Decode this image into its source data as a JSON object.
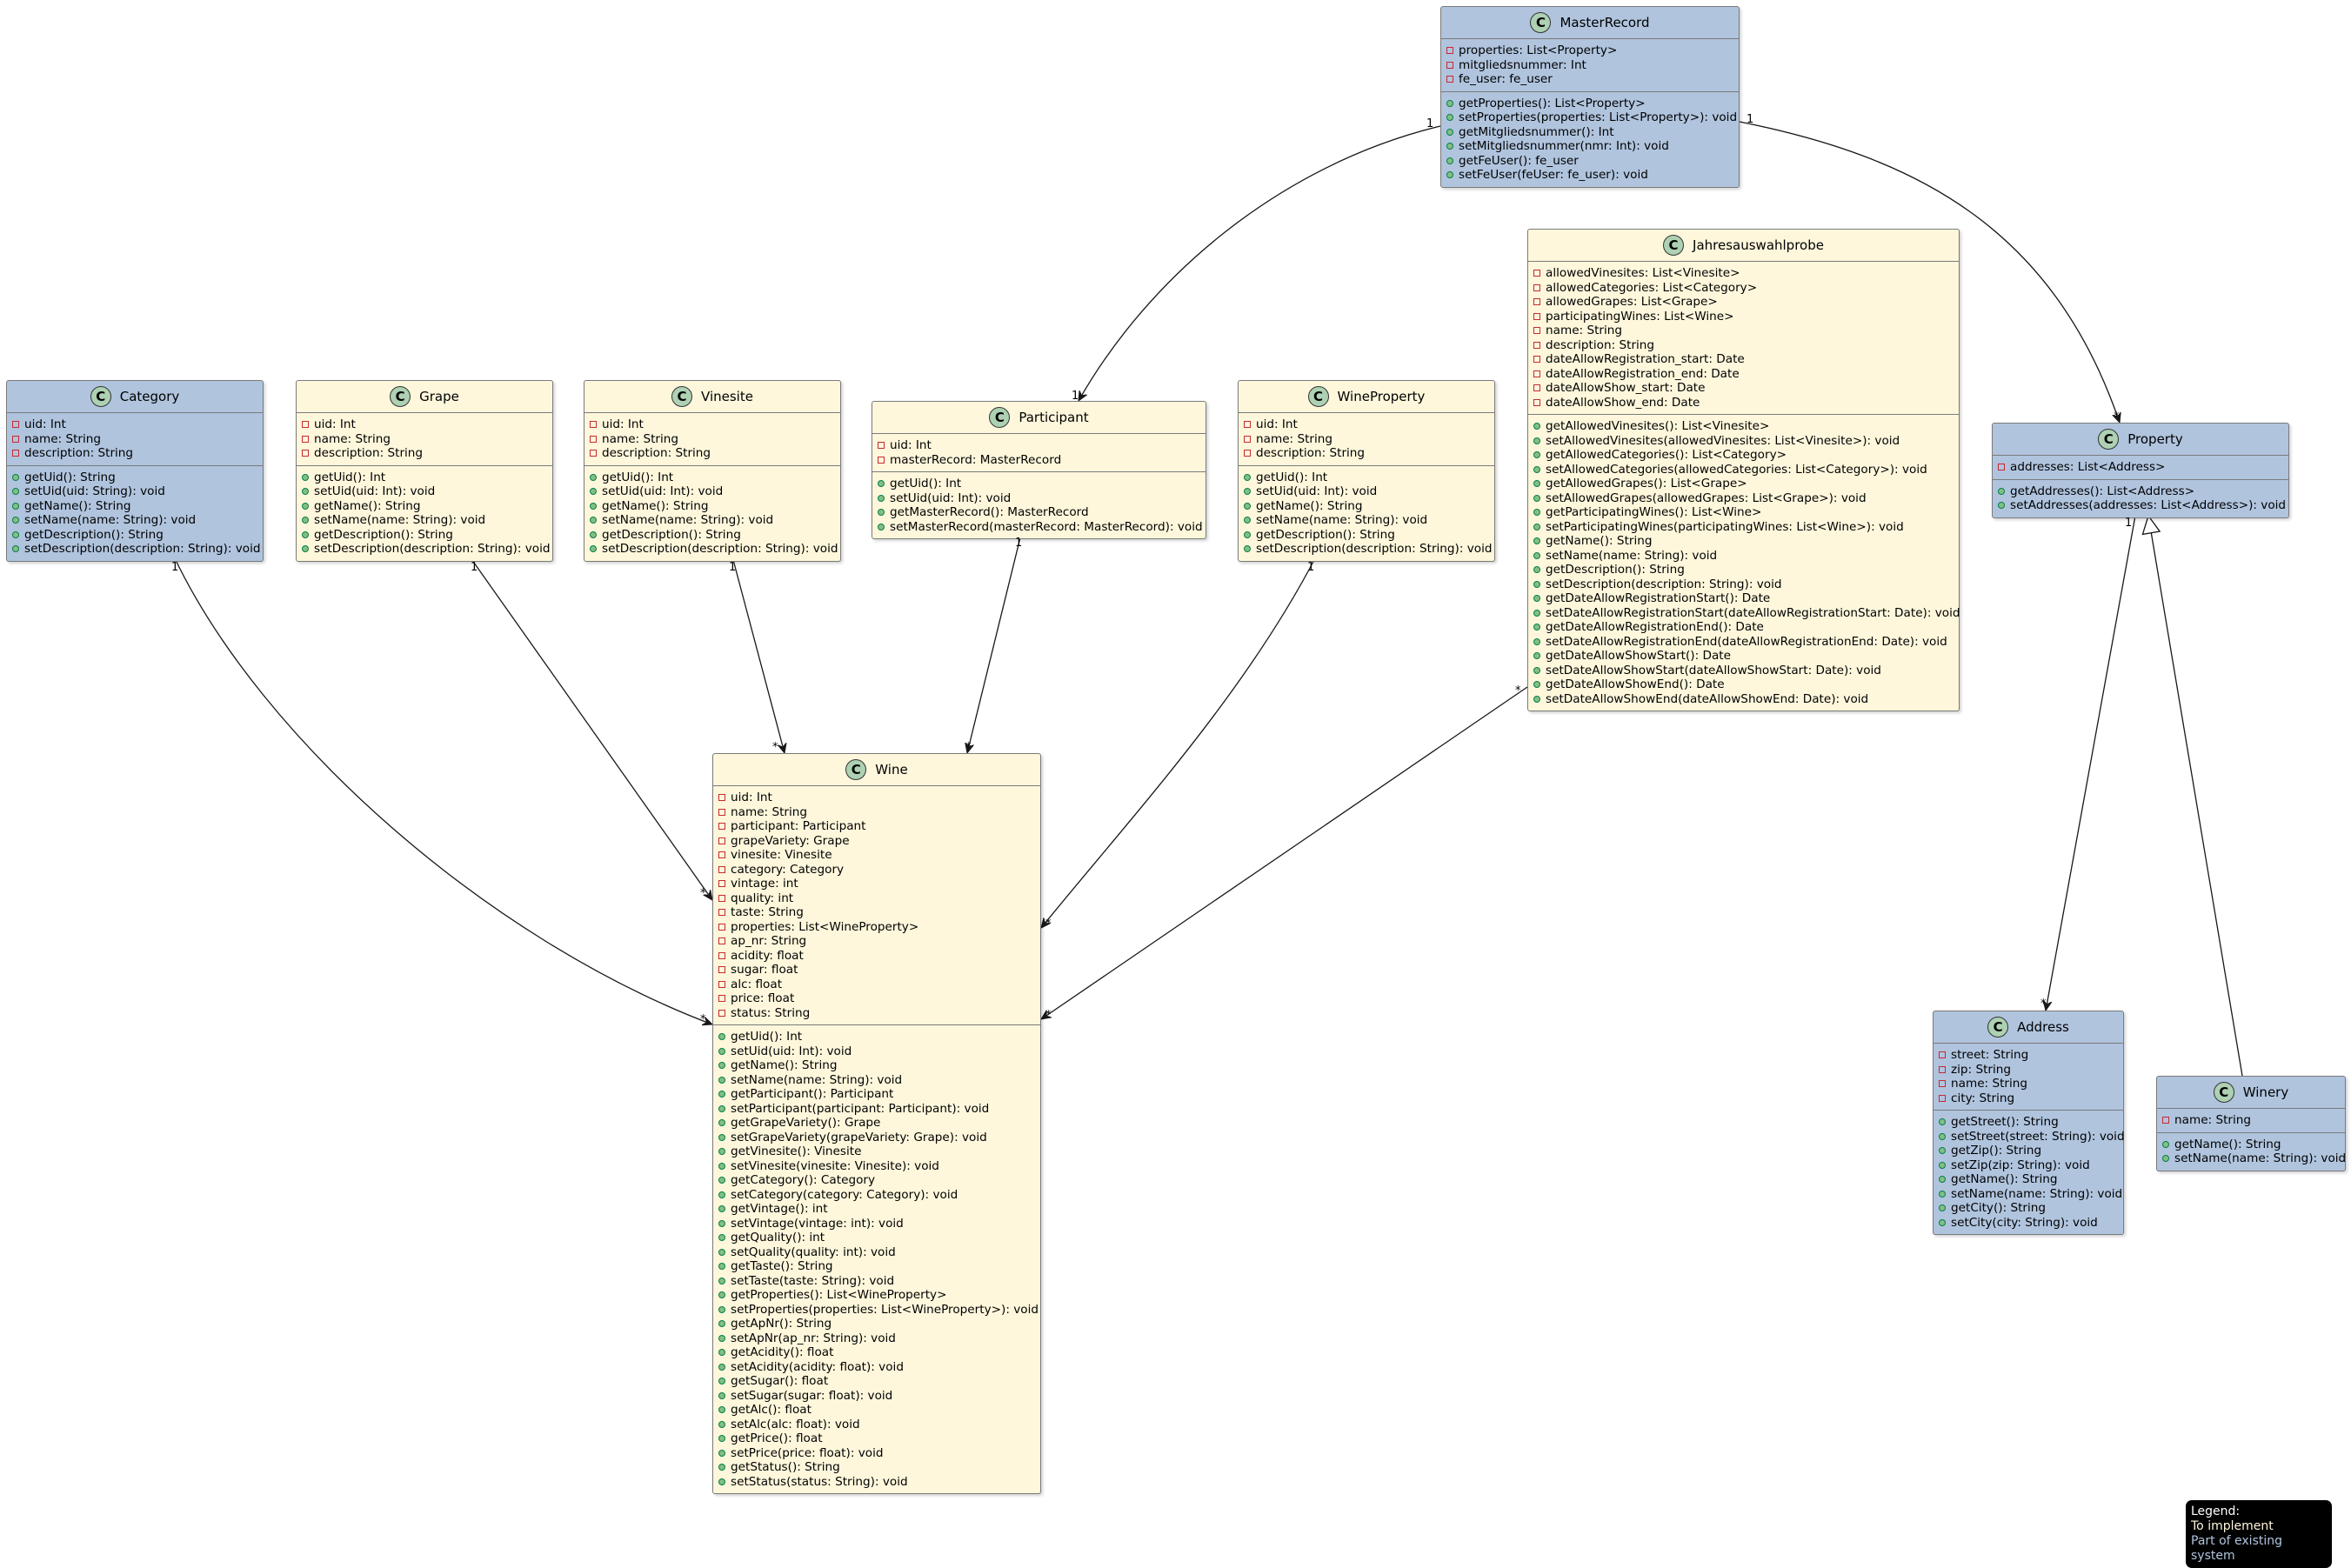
{
  "diagram": {
    "type": "UML class diagram",
    "classes": [
      {
        "id": "masterrecord",
        "name": "MasterRecord",
        "status": "existing",
        "attributes": [
          "properties: List<Property>",
          "mitgliedsnummer: Int",
          "fe_user: fe_user"
        ],
        "methods": [
          "getProperties(): List<Property>",
          "setProperties(properties: List<Property>): void",
          "getMitgliedsnummer(): Int",
          "setMitgliedsnummer(nmr: Int): void",
          "getFeUser(): fe_user",
          "setFeUser(feUser: fe_user): void"
        ]
      },
      {
        "id": "category",
        "name": "Category",
        "status": "existing",
        "attributes": [
          "uid: Int",
          "name: String",
          "description: String"
        ],
        "methods": [
          "getUid(): String",
          "setUid(uid: String): void",
          "getName(): String",
          "setName(name: String): void",
          "getDescription(): String",
          "setDescription(description: String): void"
        ]
      },
      {
        "id": "grape",
        "name": "Grape",
        "status": "todo",
        "attributes": [
          "uid: Int",
          "name: String",
          "description: String"
        ],
        "methods": [
          "getUid(): Int",
          "setUid(uid: Int): void",
          "getName(): String",
          "setName(name: String): void",
          "getDescription(): String",
          "setDescription(description: String): void"
        ]
      },
      {
        "id": "vinesite",
        "name": "Vinesite",
        "status": "todo",
        "attributes": [
          "uid: Int",
          "name: String",
          "description: String"
        ],
        "methods": [
          "getUid(): Int",
          "setUid(uid: Int): void",
          "getName(): String",
          "setName(name: String): void",
          "getDescription(): String",
          "setDescription(description: String): void"
        ]
      },
      {
        "id": "participant",
        "name": "Participant",
        "status": "todo",
        "attributes": [
          "uid: Int",
          "masterRecord: MasterRecord"
        ],
        "methods": [
          "getUid(): Int",
          "setUid(uid: Int): void",
          "getMasterRecord(): MasterRecord",
          "setMasterRecord(masterRecord: MasterRecord): void"
        ]
      },
      {
        "id": "wineproperty",
        "name": "WineProperty",
        "status": "todo",
        "attributes": [
          "uid: Int",
          "name: String",
          "description: String"
        ],
        "methods": [
          "getUid(): Int",
          "setUid(uid: Int): void",
          "getName(): String",
          "setName(name: String): void",
          "getDescription(): String",
          "setDescription(description: String): void"
        ]
      },
      {
        "id": "jahresauswahlprobe",
        "name": "Jahresauswahlprobe",
        "status": "todo",
        "attributes": [
          "allowedVinesites: List<Vinesite>",
          "allowedCategories: List<Category>",
          "allowedGrapes: List<Grape>",
          "participatingWines: List<Wine>",
          "name: String",
          "description: String",
          "dateAllowRegistration_start: Date",
          "dateAllowRegistration_end: Date",
          "dateAllowShow_start: Date",
          "dateAllowShow_end: Date"
        ],
        "methods": [
          "getAllowedVinesites(): List<Vinesite>",
          "setAllowedVinesites(allowedVinesites: List<Vinesite>): void",
          "getAllowedCategories(): List<Category>",
          "setAllowedCategories(allowedCategories: List<Category>): void",
          "getAllowedGrapes(): List<Grape>",
          "setAllowedGrapes(allowedGrapes: List<Grape>): void",
          "getParticipatingWines(): List<Wine>",
          "setParticipatingWines(participatingWines: List<Wine>): void",
          "getName(): String",
          "setName(name: String): void",
          "getDescription(): String",
          "setDescription(description: String): void",
          "getDateAllowRegistrationStart(): Date",
          "setDateAllowRegistrationStart(dateAllowRegistrationStart: Date): void",
          "getDateAllowRegistrationEnd(): Date",
          "setDateAllowRegistrationEnd(dateAllowRegistrationEnd: Date): void",
          "getDateAllowShowStart(): Date",
          "setDateAllowShowStart(dateAllowShowStart: Date): void",
          "getDateAllowShowEnd(): Date",
          "setDateAllowShowEnd(dateAllowShowEnd: Date): void"
        ]
      },
      {
        "id": "property",
        "name": "Property",
        "status": "existing",
        "attributes": [
          "addresses: List<Address>"
        ],
        "methods": [
          "getAddresses(): List<Address>",
          "setAddresses(addresses: List<Address>): void"
        ]
      },
      {
        "id": "wine",
        "name": "Wine",
        "status": "todo",
        "attributes": [
          "uid: Int",
          "name: String",
          "participant: Participant",
          "grapeVariety: Grape",
          "vinesite: Vinesite",
          "category: Category",
          "vintage: int",
          "quality: int",
          "taste: String",
          "properties: List<WineProperty>",
          "ap_nr: String",
          "acidity: float",
          "sugar: float",
          "alc: float",
          "price: float",
          "status: String"
        ],
        "methods": [
          "getUid(): Int",
          "setUid(uid: Int): void",
          "getName(): String",
          "setName(name: String): void",
          "getParticipant(): Participant",
          "setParticipant(participant: Participant): void",
          "getGrapeVariety(): Grape",
          "setGrapeVariety(grapeVariety: Grape): void",
          "getVinesite(): Vinesite",
          "setVinesite(vinesite: Vinesite): void",
          "getCategory(): Category",
          "setCategory(category: Category): void",
          "getVintage(): int",
          "setVintage(vintage: int): void",
          "getQuality(): int",
          "setQuality(quality: int): void",
          "getTaste(): String",
          "setTaste(taste: String): void",
          "getProperties(): List<WineProperty>",
          "setProperties(properties: List<WineProperty>): void",
          "getApNr(): String",
          "setApNr(ap_nr: String): void",
          "getAcidity(): float",
          "setAcidity(acidity: float): void",
          "getSugar(): float",
          "setSugar(sugar: float): void",
          "getAlc(): float",
          "setAlc(alc: float): void",
          "getPrice(): float",
          "setPrice(price: float): void",
          "getStatus(): String",
          "setStatus(status: String): void"
        ]
      },
      {
        "id": "address",
        "name": "Address",
        "status": "existing",
        "attributes": [
          "street: String",
          "zip: String",
          "name: String",
          "city: String"
        ],
        "methods": [
          "getStreet(): String",
          "setStreet(street: String): void",
          "getZip(): String",
          "setZip(zip: String): void",
          "getName(): String",
          "setName(name: String): void",
          "getCity(): String",
          "setCity(city: String): void"
        ]
      },
      {
        "id": "winery",
        "name": "Winery",
        "status": "existing",
        "attributes": [
          "name: String"
        ],
        "methods": [
          "getName(): String",
          "setName(name: String): void"
        ]
      }
    ],
    "relations": [
      {
        "from": "masterrecord",
        "to": "participant",
        "kind": "association",
        "from_mult": "1",
        "to_mult": "1"
      },
      {
        "from": "masterrecord",
        "to": "property",
        "kind": "association",
        "from_mult": "1",
        "to_mult": "*"
      },
      {
        "from": "category",
        "to": "wine",
        "kind": "association",
        "from_mult": "1",
        "to_mult": "*"
      },
      {
        "from": "grape",
        "to": "wine",
        "kind": "association",
        "from_mult": "1",
        "to_mult": "*"
      },
      {
        "from": "vinesite",
        "to": "wine",
        "kind": "association",
        "from_mult": "1",
        "to_mult": "*"
      },
      {
        "from": "participant",
        "to": "wine",
        "kind": "association",
        "from_mult": "1",
        "to_mult": "*"
      },
      {
        "from": "wineproperty",
        "to": "wine",
        "kind": "association",
        "from_mult": "1",
        "to_mult": "*"
      },
      {
        "from": "jahresauswahlprobe",
        "to": "wine",
        "kind": "association",
        "from_mult": "*",
        "to_mult": "*"
      },
      {
        "from": "property",
        "to": "address",
        "kind": "association",
        "from_mult": "1",
        "to_mult": "*"
      },
      {
        "from": "winery",
        "to": "property",
        "kind": "inheritance",
        "from_mult": "",
        "to_mult": ""
      }
    ],
    "legend": {
      "title": "Legend:",
      "todo_label": "To implement",
      "existing_label": "Part of existing system"
    },
    "colors": {
      "todo": "#fef7dc",
      "existing": "#b0c4de",
      "class_icon": "#add1b2",
      "private_marker": "#c82930",
      "public_marker": "#038048",
      "legend_bg": "#000000"
    },
    "class_icon_letter": "C"
  }
}
